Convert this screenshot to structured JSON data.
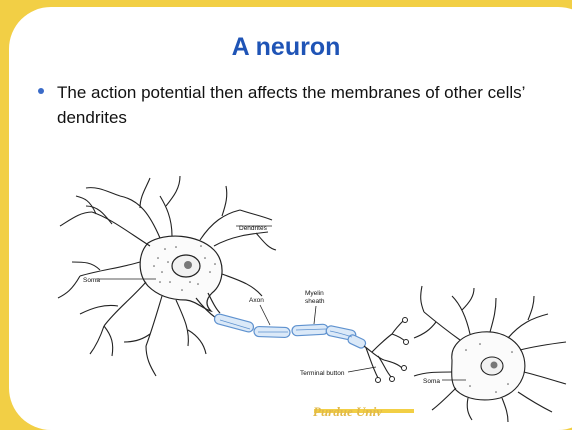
{
  "slide": {
    "title": "A neuron",
    "bullet": "The action potential then affects the membranes of other cells’ dendrites",
    "footer": "Purdue Univ"
  },
  "diagram": {
    "labels": {
      "dendrites": "Dendrites",
      "soma": "Soma",
      "axon": "Axon",
      "myelin_line1": "Myelin",
      "myelin_line2": "sheath",
      "terminal": "Terminal button",
      "soma2": "Soma"
    }
  },
  "colors": {
    "background": "#f2cf45",
    "title": "#1f54b6",
    "myelin": "#dbe9f8",
    "myelin_stroke": "#5f92cf",
    "footer": "#e1b94a"
  }
}
